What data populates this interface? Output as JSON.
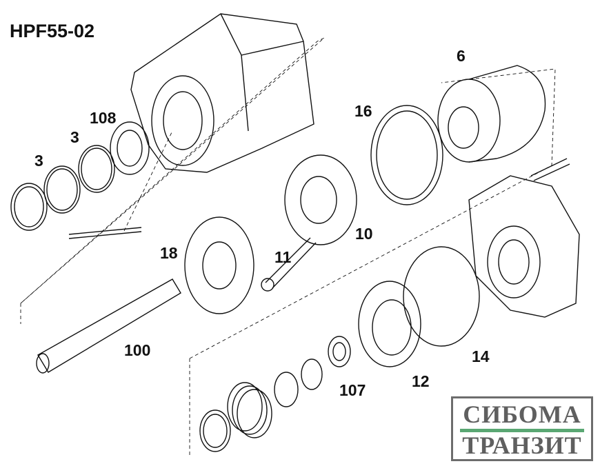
{
  "title": "HPF55-02",
  "callouts": {
    "c6": "6",
    "c16": "16",
    "c108": "108",
    "c3a": "3",
    "c3b": "3",
    "c18": "18",
    "c11": "11",
    "c10": "10",
    "c100": "100",
    "c14": "14",
    "c12": "12",
    "c107": "107"
  },
  "logo": {
    "line1": "СИБОМА",
    "line2": "ТРАНЗИТ",
    "bar_color": "#5aa773",
    "text_color": "#5f5f5f"
  }
}
